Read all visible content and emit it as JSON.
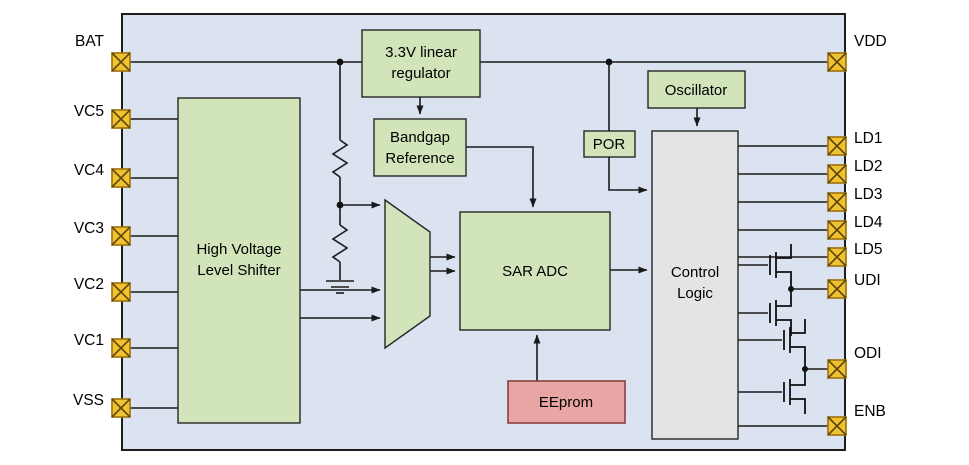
{
  "pins": {
    "left": [
      "BAT",
      "VC5",
      "VC4",
      "VC3",
      "VC2",
      "VC1",
      "VSS"
    ],
    "right": [
      "VDD",
      "LD1",
      "LD2",
      "LD3",
      "LD4",
      "LD5",
      "UDI",
      "ODI",
      "ENB"
    ]
  },
  "blocks": {
    "regulator": {
      "line1": "3.3V linear",
      "line2": "regulator"
    },
    "bandgap": {
      "line1": "Bandgap",
      "line2": "Reference"
    },
    "oscillator": {
      "label": "Oscillator"
    },
    "por": {
      "label": "POR"
    },
    "level_shifter": {
      "line1": "High Voltage",
      "line2": "Level Shifter"
    },
    "sar_adc": {
      "label": "SAR ADC"
    },
    "control_logic": {
      "line1": "Control",
      "line2": "Logic"
    },
    "eeprom": {
      "label": "EEprom"
    }
  },
  "colors": {
    "chip_fill": "#dbe2f0",
    "chip_border": "#1c1c1c",
    "block_green": "#d2e4ba",
    "block_gray": "#e4e4e6",
    "eeprom_fill": "#e9a5a3",
    "eeprom_border": "#8a4140",
    "pin_fill": "#f2c12e",
    "pin_border": "#a07612",
    "pin_x": "#5c4712",
    "wire": "#1a1a1a"
  }
}
